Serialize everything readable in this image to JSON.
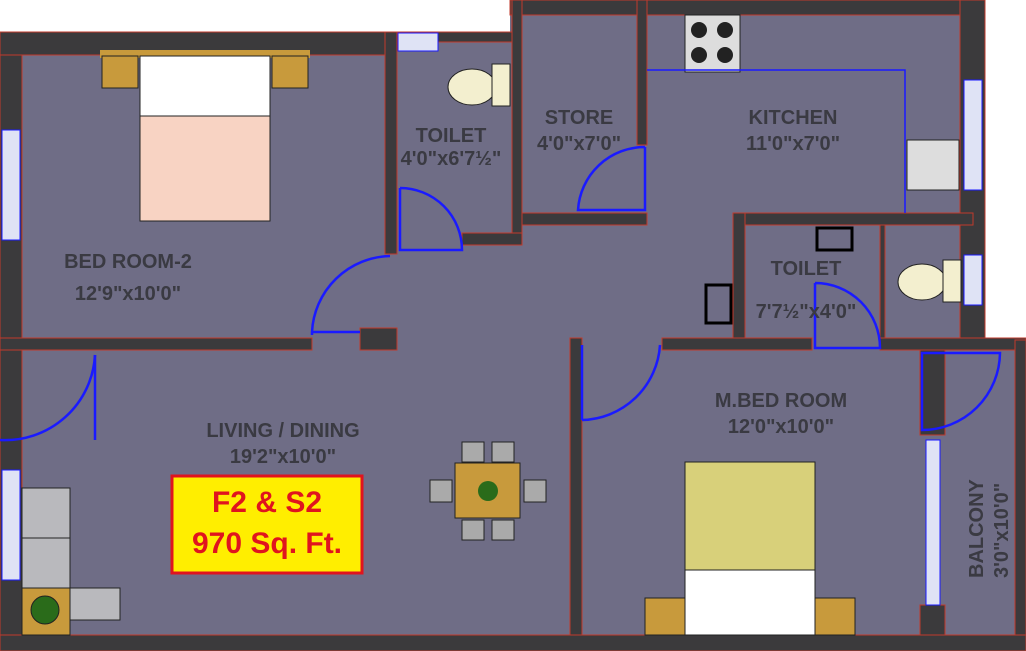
{
  "rooms": [
    {
      "name": "BED ROOM-2",
      "size": "12'9\"x10'0\""
    },
    {
      "name": "TOILET",
      "size": "4'0\"x6'7½\""
    },
    {
      "name": "STORE",
      "size": "4'0\"x7'0\""
    },
    {
      "name": "KITCHEN",
      "size": "11'0\"x7'0\""
    },
    {
      "name": "TOILET",
      "size": "7'7½\"x4'0\""
    },
    {
      "name": "LIVING / DINING",
      "size": "19'2\"x10'0\""
    },
    {
      "name": "M.BED ROOM",
      "size": "12'0\"x10'0\""
    },
    {
      "name": "BALCONY",
      "size": "3'0\"x10'0\""
    }
  ],
  "badge": {
    "line1": "F2 & S2",
    "line2": "970 Sq. Ft."
  },
  "colors": {
    "floor": "#6f6d86",
    "wall": "#3b3a3c",
    "door": "#1a1aff",
    "badge_bg": "#ffee00",
    "badge_text": "#e0141e"
  }
}
